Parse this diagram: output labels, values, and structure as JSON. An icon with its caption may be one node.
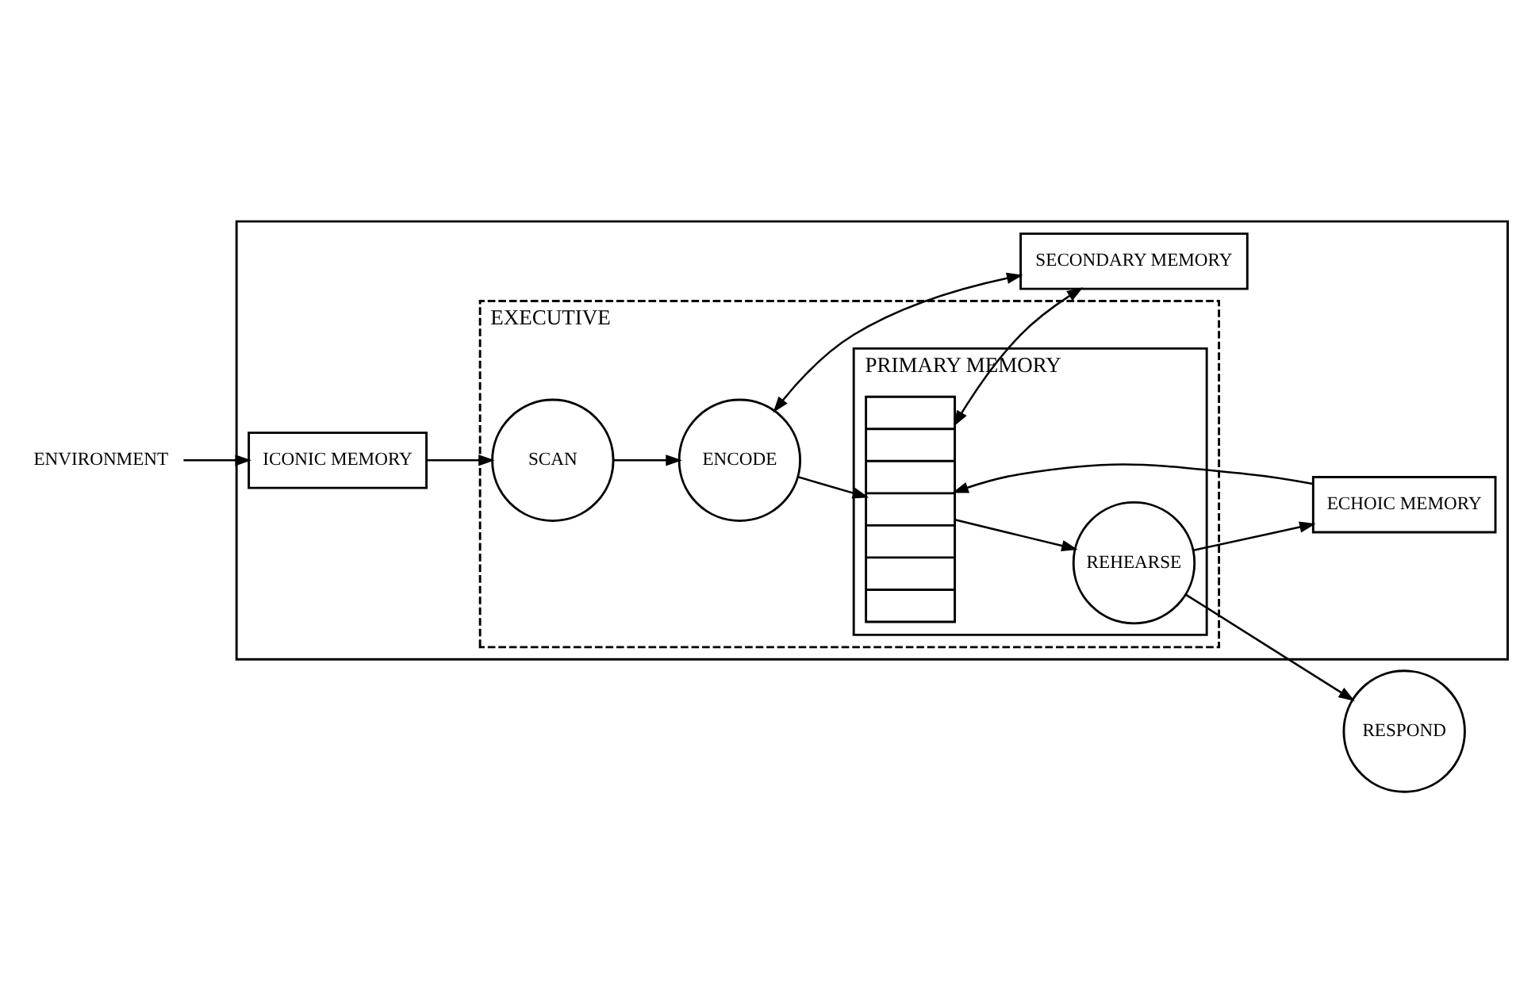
{
  "diagram": {
    "nodes": [
      {
        "text": [],
        "shape": "box"
      },
      {
        "text": [
          "ENVIRONMENT"
        ]
      },
      {
        "text": [
          "EXECUTIVE"
        ],
        "in": 0
      },
      {
        "text": [
          "PRIMARY MEMORY"
        ],
        "in": 2
      },
      {
        "text": [
          "RESPOND"
        ]
      },
      {
        "text": [
          "REHEARSE"
        ],
        "in": 3
      },
      {
        "text": [
          "ECHOIC MEMORY"
        ],
        "in": 0
      },
      {
        "text": [
          "ICONIC MEMORY"
        ],
        "in": 0
      },
      {
        "text": [
          "SCAN"
        ],
        "in": 2
      },
      {
        "text": [
          "ENCODE"
        ],
        "in": 2
      },
      {
        "text": [],
        "shape": "bar",
        "in": 3
      },
      {
        "text": [
          "SECONDARY MEMORY"
        ],
        "in": 0
      }
    ],
    "edges": [
      {
        "from": 1,
        "to": 7,
        "arrow": "to"
      },
      {
        "from": 7,
        "to": 8,
        "arrow": "to"
      },
      {
        "from": 8,
        "to": 9,
        "arrow": "to"
      },
      {
        "from": 9,
        "to": 10,
        "arrow": "to"
      },
      {
        "from": 10,
        "to": 5,
        "arrow": "to"
      },
      {
        "from": 5,
        "to": 4,
        "arrow": "to"
      },
      {
        "from": 5,
        "to": 6,
        "arrow": "to"
      },
      {
        "from": 6,
        "to": 10,
        "arrow": "to"
      },
      {
        "from": 9,
        "to": 11,
        "arrow": "both"
      },
      {
        "from": 10,
        "to": 11,
        "arrow": "both"
      }
    ]
  }
}
